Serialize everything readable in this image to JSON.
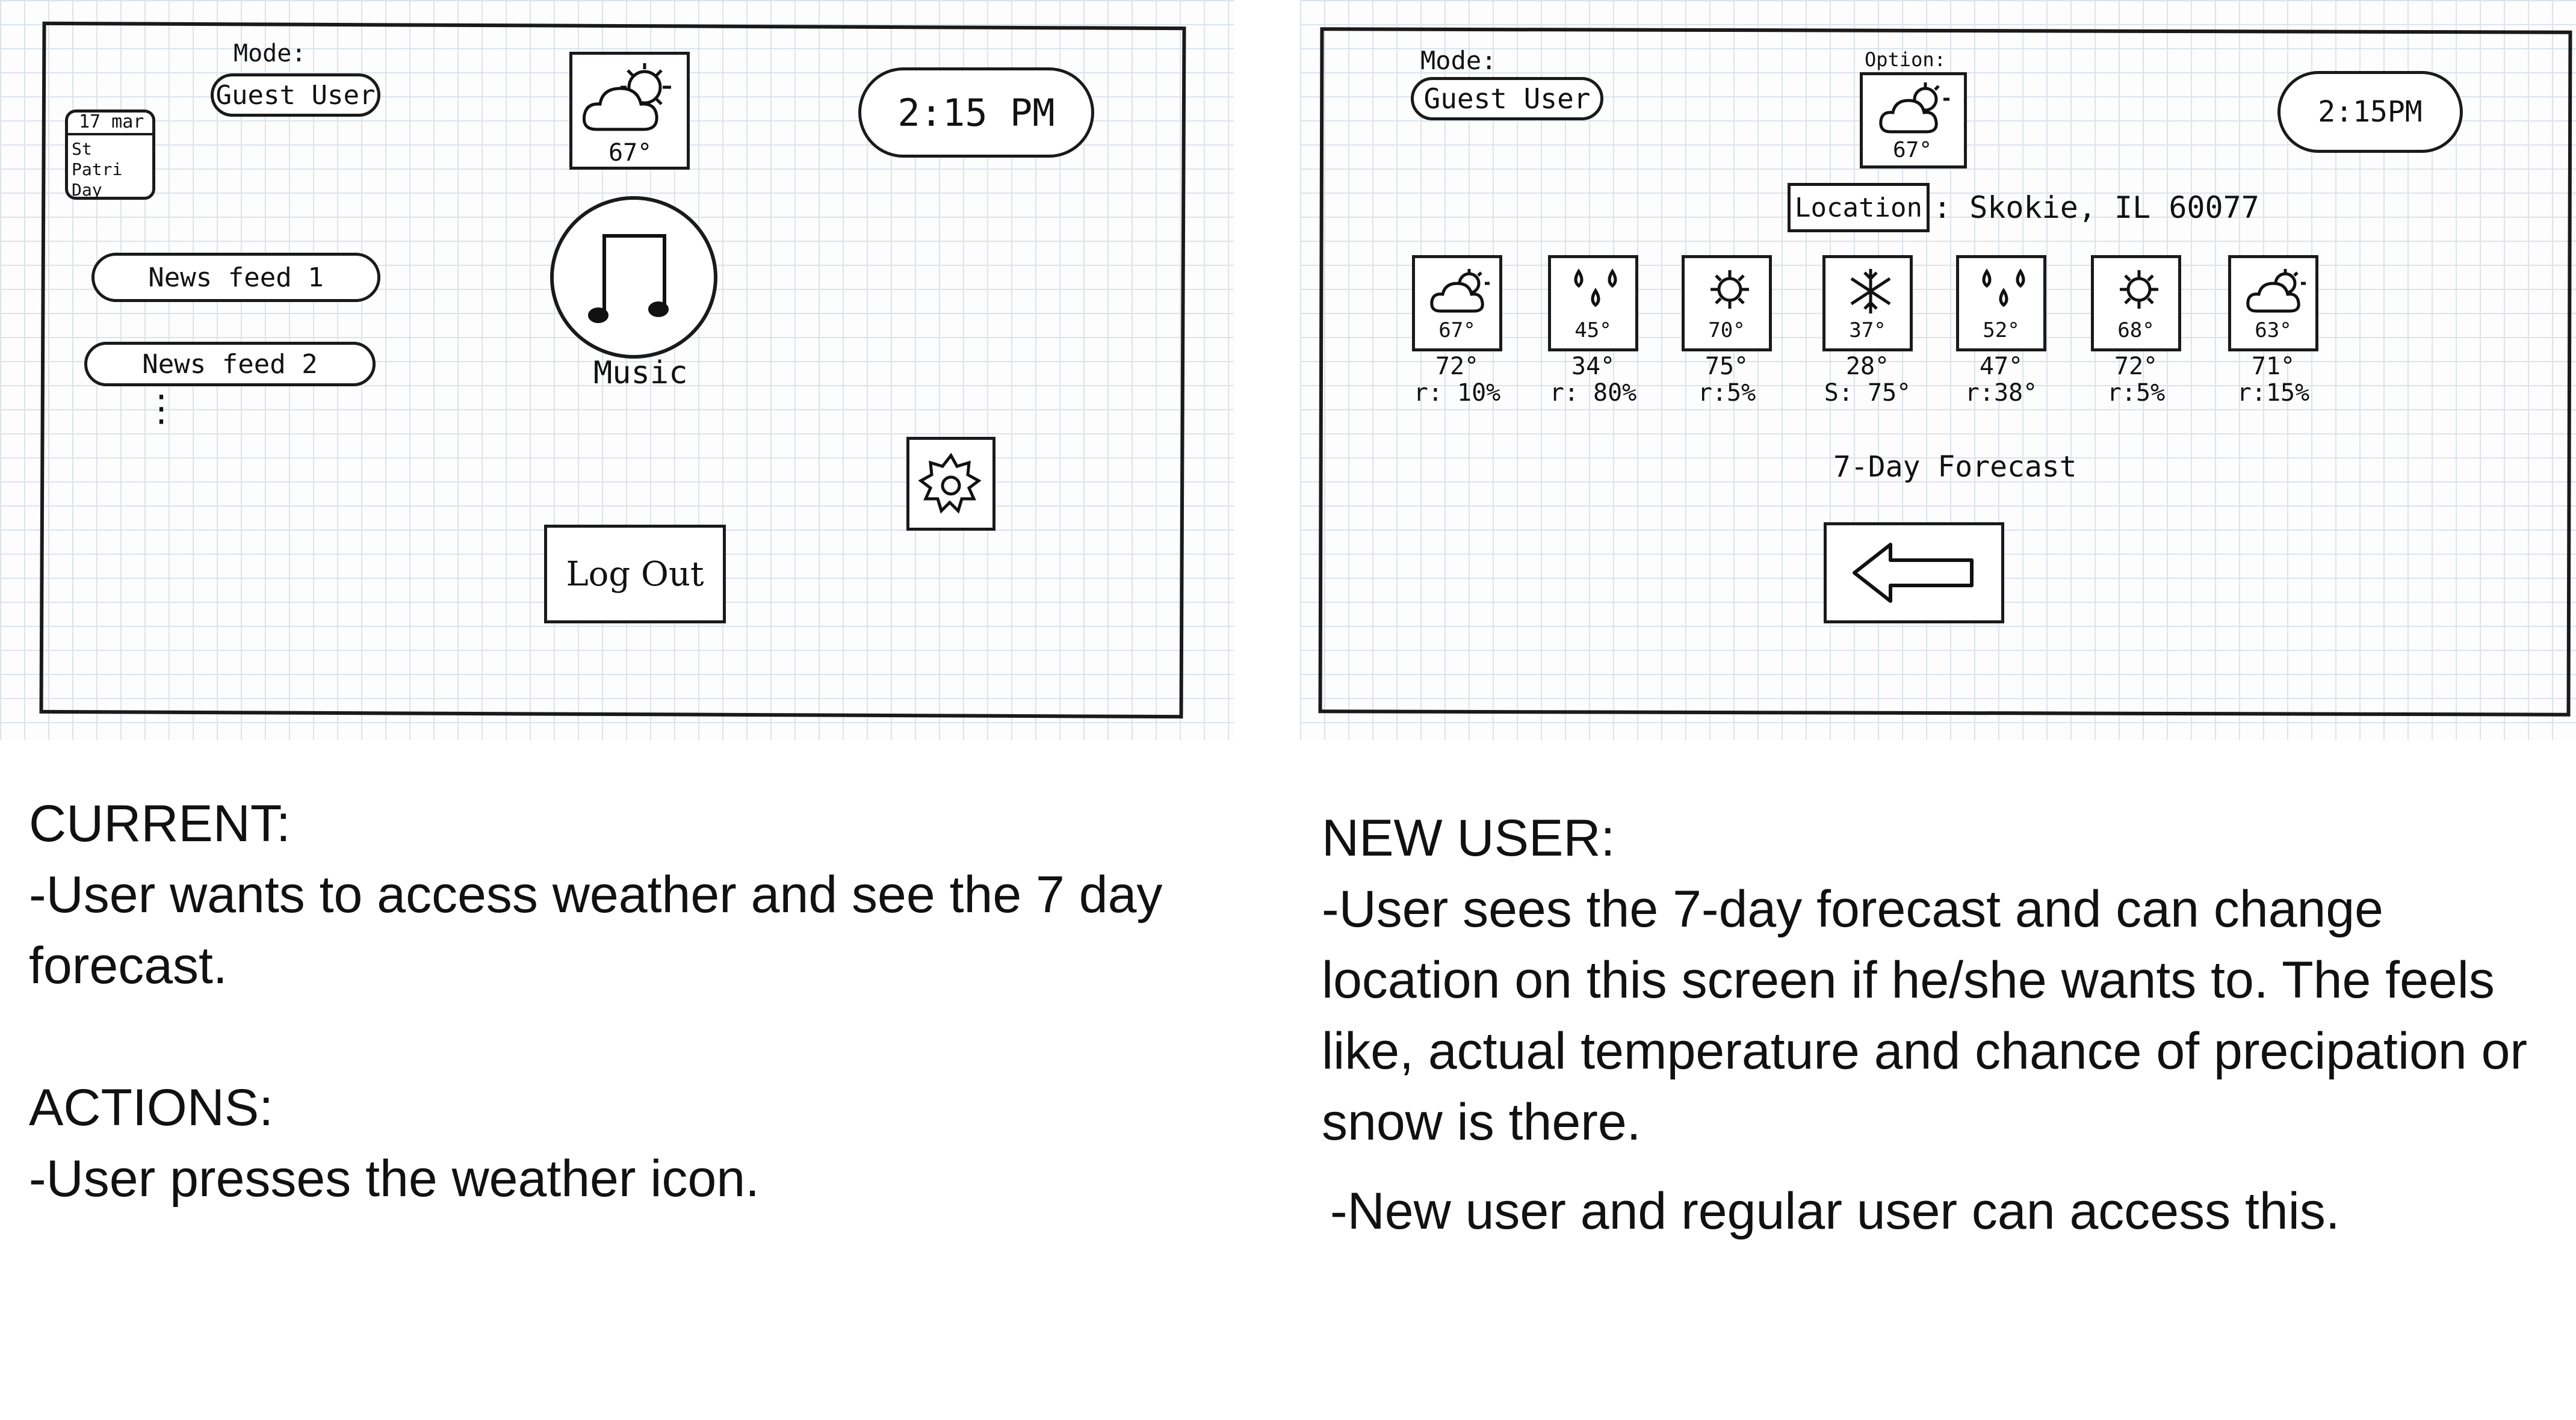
{
  "left_sketch": {
    "mode_label": "Mode:",
    "mode_value": "Guest User",
    "calendar_date": "17 mar",
    "calendar_event": "St Patri Day",
    "weather_temp": "67°",
    "clock": "2:15 PM",
    "news_feeds": [
      "News feed 1",
      "News feed 2"
    ],
    "ellipsis": "⋮",
    "music_label": "Music",
    "logout_label": "Log Out",
    "icons": {
      "weather": "partly-cloudy-icon",
      "music": "music-note-icon",
      "settings": "gear-icon"
    }
  },
  "right_sketch": {
    "mode_label": "Mode:",
    "mode_value": "Guest User",
    "option_label": "Option:",
    "weather_temp": "67°",
    "clock": "2:15PM",
    "location_button": "Location",
    "location_value": ": Skokie, IL 60077",
    "forecast_caption": "7-Day Forecast",
    "back_icon": "left-arrow-icon",
    "days": [
      {
        "icon": "partly-cloudy-icon",
        "feels": "67°",
        "actual": "72°",
        "precip": "r: 10%"
      },
      {
        "icon": "rain-icon",
        "feels": "45°",
        "actual": "34°",
        "precip": "r: 80%"
      },
      {
        "icon": "sun-icon",
        "feels": "70°",
        "actual": "75°",
        "precip": "r:5%"
      },
      {
        "icon": "snow-icon",
        "feels": "37°",
        "actual": "28°",
        "precip": "S: 75°"
      },
      {
        "icon": "rain-icon",
        "feels": "52°",
        "actual": "47°",
        "precip": "r:38°"
      },
      {
        "icon": "sun-icon",
        "feels": "68°",
        "actual": "72°",
        "precip": "r:5%"
      },
      {
        "icon": "partly-cloudy-icon",
        "feels": "63°",
        "actual": "71°",
        "precip": "r:15%"
      }
    ]
  },
  "notes_left": {
    "current_heading": "CURRENT:",
    "current_text": "-User wants to access weather and see the 7 day forecast.",
    "actions_heading": "ACTIONS:",
    "actions_text": "-User presses the weather icon."
  },
  "notes_right": {
    "heading": "NEW USER:",
    "text1": "-User sees the 7-day forecast and can change location on this screen if he/she wants to. The feels like, actual temperature and chance of precipation or snow is there.",
    "text2": "-New user and regular user can access this."
  }
}
